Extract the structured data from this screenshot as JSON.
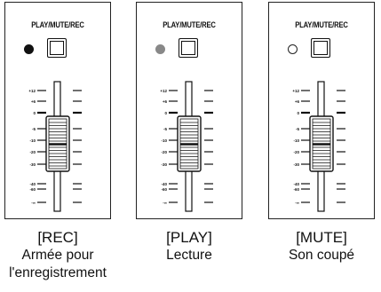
{
  "panels": [
    {
      "button_label": "PLAY/MUTE/REC",
      "led_state": "solid",
      "led_color": "#111111",
      "caption_mode": "[REC]",
      "caption_desc_1": "Armée pour",
      "caption_desc_2": "l'enregistrement"
    },
    {
      "button_label": "PLAY/MUTE/REC",
      "led_state": "grey",
      "led_color": "#888888",
      "caption_mode": "[PLAY]",
      "caption_desc_1": "Lecture",
      "caption_desc_2": ""
    },
    {
      "button_label": "PLAY/MUTE/REC",
      "led_state": "hollow",
      "led_color": "#ffffff",
      "caption_mode": "[MUTE]",
      "caption_desc_1": "Son coupé",
      "caption_desc_2": ""
    }
  ],
  "scale": [
    "+12",
    "+6",
    "0",
    "-5",
    "-10",
    "-20",
    "-30",
    "-40",
    "-60",
    "-∞"
  ],
  "icons": {
    "led": "led-indicator-icon",
    "button": "play-mute-rec-button-icon",
    "fader": "fader-knob-icon"
  }
}
